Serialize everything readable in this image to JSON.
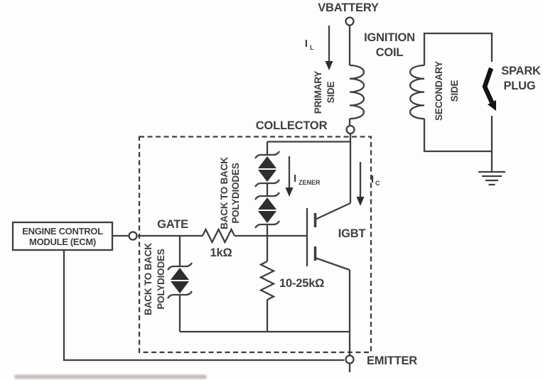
{
  "colors": {
    "line": "#3f3f3f",
    "text": "#3f3f3f",
    "diode_fill": "#2e2e2e",
    "spark_bolt": "#141414",
    "background": "#fdfdfd"
  },
  "supply": {
    "label": "VBATTERY",
    "inductor_current": {
      "symbol": "I",
      "subscript": "L"
    }
  },
  "ignition_coil": {
    "title": [
      "IGNITION",
      "COIL"
    ],
    "primary_label": [
      "PRIMARY",
      "SIDE"
    ],
    "secondary_label": [
      "SECONDARY",
      "SIDE"
    ]
  },
  "spark_plug": {
    "label": [
      "SPARK",
      "PLUG"
    ]
  },
  "igbt_module": {
    "collector_label": "COLLECTOR",
    "gate_label": "GATE",
    "emitter_label": "EMITTER",
    "igbt_label": "IGBT",
    "collector_current": {
      "symbol": "I",
      "subscript": "C"
    },
    "zener_current": {
      "symbol": "I",
      "subscript": "ZENER"
    },
    "gate_resistor_value": "1kΩ",
    "gate_emitter_resistor_value": "10-25kΩ",
    "collector_clamp_label": [
      "BACK TO BACK",
      "POLYDIODES"
    ],
    "gate_clamp_label": [
      "BACK TO BACK",
      "POLYDIODES"
    ]
  },
  "ecm": {
    "label": [
      "ENGINE CONTROL",
      "MODULE (ECM)"
    ]
  }
}
